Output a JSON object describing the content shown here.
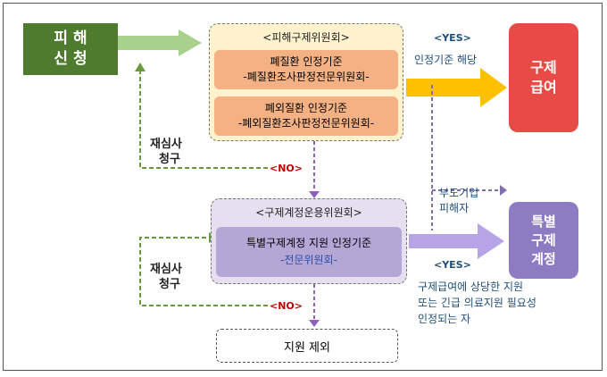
{
  "nodes": {
    "apply": {
      "line1": "피 해",
      "line2": "신 청"
    },
    "committee1": {
      "title": "<피해구제위원회>"
    },
    "disease": {
      "line1": "폐질환 인정기준",
      "line2": "-폐질환조사판정전문위원회-"
    },
    "nondisease": {
      "line1": "폐외질환  인정기준",
      "line2": "-폐외질환조사판정전문위원회-"
    },
    "relief_benefit": {
      "line1": "구제",
      "line2": "급여"
    },
    "committee2": {
      "title": "<구제계정운용위원회>"
    },
    "special": {
      "line1": "특별구제계정 지원 인정기준",
      "line2": "-전문위원회-"
    },
    "special_account": {
      "line1": "특별",
      "line2": "구제",
      "line3": "계정"
    },
    "excluded": {
      "label": "지원 제외"
    }
  },
  "labels": {
    "yes1": "<YES>",
    "yes1_desc": "인정기준 해당",
    "no1": "<NO>",
    "review1_line1": "재심사",
    "review1_line2": "청구",
    "bankrupt_line1": "부도기업",
    "bankrupt_line2": "피해자",
    "yes2": "<YES>",
    "yes2_desc_line1": "구제급여에 상당한 지원",
    "yes2_desc_line2": "또는 긴급 의료지원 필요성",
    "yes2_desc_line3": "인정되는 자",
    "review2_line1": "재심사",
    "review2_line2": "청구",
    "no2": "<NO>"
  },
  "colors": {
    "green_dark": "#4f7b2e",
    "green_light": "#a9d18e",
    "yellow_box": "#fff2cc",
    "orange_box": "#f4b183",
    "red": "#e84b45",
    "yellow_arrow": "#ffc000",
    "purple_box": "#e5dff0",
    "purple_inner": "#b4a7d6",
    "purple_dark": "#8e7cc3",
    "purple_arrow": "#b7a4e6",
    "no_red": "#c00000",
    "blue_text": "#1f4e79"
  }
}
